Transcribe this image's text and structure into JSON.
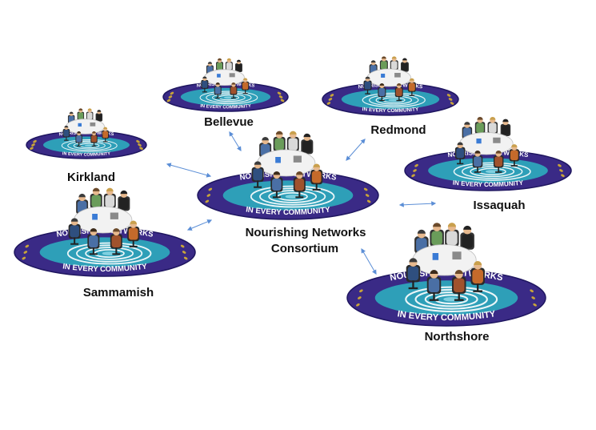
{
  "diagram": {
    "center": {
      "label_line1": "Nourishing Networks",
      "label_line2": "Consortium"
    },
    "nodes": [
      {
        "id": "bellevue",
        "label": "Bellevue"
      },
      {
        "id": "redmond",
        "label": "Redmond"
      },
      {
        "id": "kirkland",
        "label": "Kirkland"
      },
      {
        "id": "issaquah",
        "label": "Issaquah"
      },
      {
        "id": "sammamish",
        "label": "Sammamish"
      },
      {
        "id": "northshore",
        "label": "Northshore"
      }
    ],
    "emblem": {
      "ring_text_top": "NOURISHING NETWORKS",
      "ring_text_bottom": "IN EVERY COMMUNITY"
    },
    "colors": {
      "ring": "#3a2a86",
      "ring_edge": "#1f1660",
      "inner_teal": "#2e9fb8",
      "inner_light": "#7fd0e0",
      "swirl": "#ffffff",
      "arrow": "#5b8ed6",
      "table": "#f2f2f2"
    }
  }
}
